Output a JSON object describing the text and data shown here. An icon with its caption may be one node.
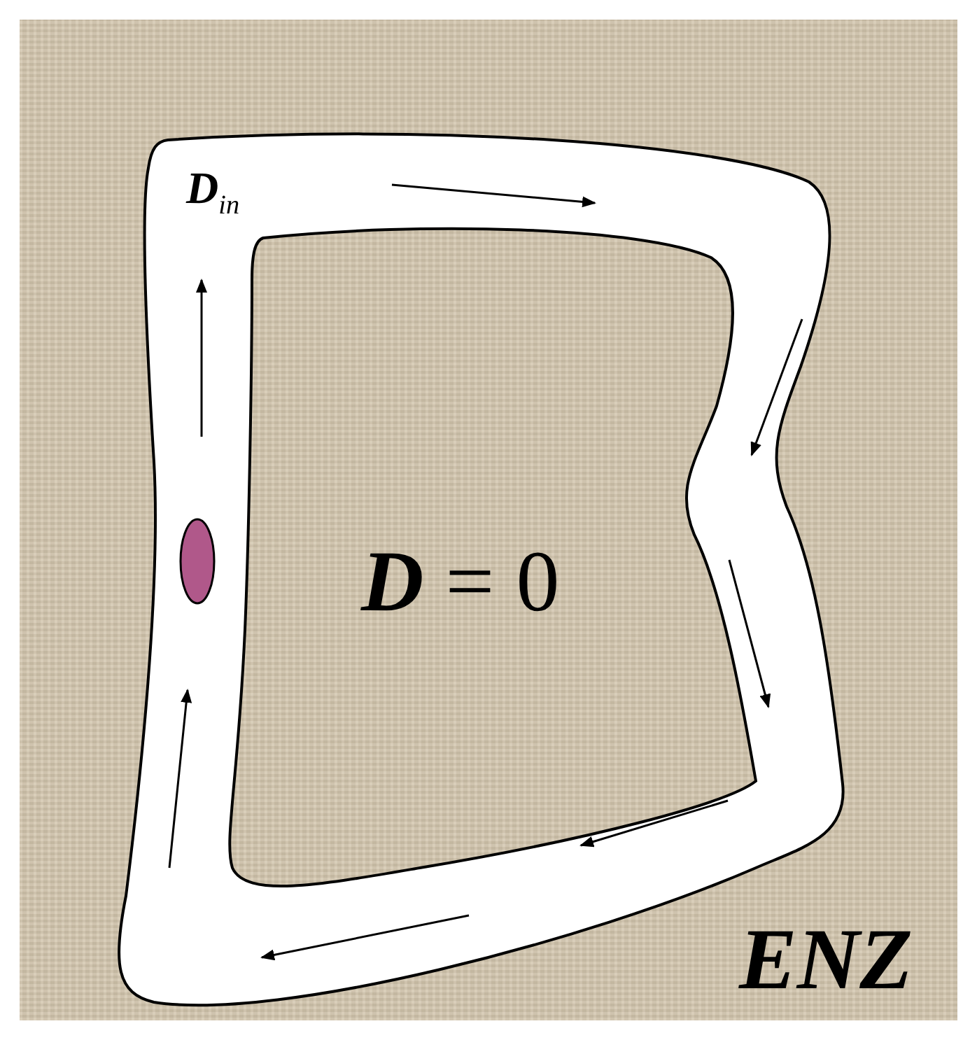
{
  "diagram": {
    "labels": [
      "**D**$_{in}$",
      "**D** = 0",
      "ENZ"
    ]
  }
}
